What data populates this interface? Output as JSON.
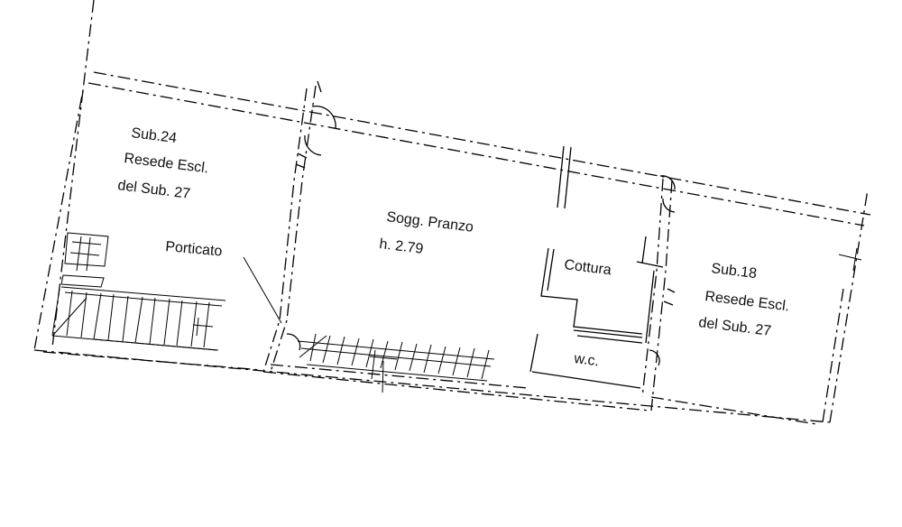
{
  "plan": {
    "labels": {
      "sub24_title": "Sub.24",
      "sub24_line1": "Resede Escl.",
      "sub24_line2": "del Sub. 27",
      "porticato": "Porticato",
      "soggiorno": "Sogg. Pranzo",
      "height": "h. 2.79",
      "cottura": "Cottura",
      "wc": "w.c.",
      "sub18_title": "Sub.18",
      "sub18_line1": "Resede Escl.",
      "sub18_line2": "del Sub. 27"
    }
  }
}
